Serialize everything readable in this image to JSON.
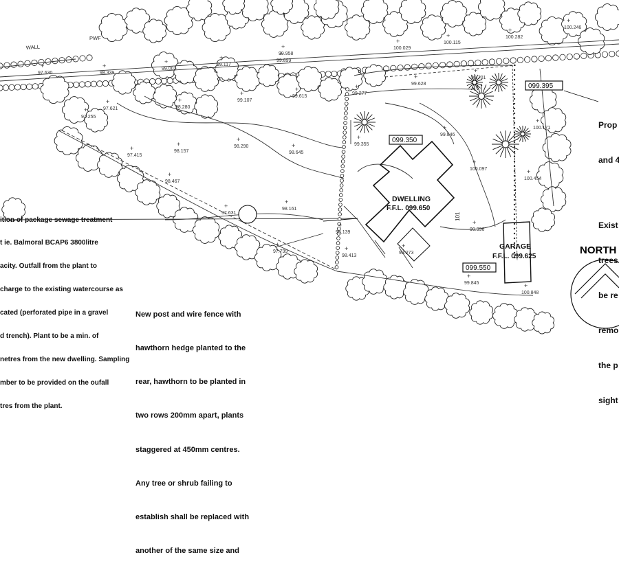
{
  "labels": {
    "wall": "WALL",
    "pwf": "PWF",
    "dwelling_name": "DWELLING",
    "dwelling_ffl": "F.F.L. 099.650",
    "garage_name": "GARAGE",
    "garage_ffl": "F.F.L. 099.625",
    "north": "NORTH",
    "ref_101": "101"
  },
  "boxed_levels": [
    "099.350",
    "099.550",
    "099.395"
  ],
  "spot_levels": [
    "97.630",
    "98.339",
    "99.002",
    "99.117",
    "99.958",
    "99.899",
    "100.029",
    "100.115",
    "100.282",
    "100.246",
    "97.621",
    "98.280",
    "99.107",
    "99.615",
    "99.277",
    "99.628",
    "99.701",
    "97.255",
    "98.157",
    "98.290",
    "98.645",
    "99.355",
    "99.846",
    "100.171",
    "97.415",
    "98.467",
    "97.631",
    "98.161",
    "98.139",
    "100.097",
    "100.454",
    "99.996",
    "97.799",
    "98.413",
    "99.273",
    "99.845",
    "100.848"
  ],
  "notes": {
    "sewage": [
      "ition of package sewage treatment",
      "t ie. Balmoral BCAP6 3800litre",
      "acity. Outfall from the plant to",
      "charge to the existing watercourse as",
      "cated (perforated pipe in a gravel",
      "d trench). Plant to be a min. of",
      "netres from the new dwelling. Sampling",
      "mber to be provided on the oufall",
      "tres from the plant."
    ],
    "fence": [
      "New post and wire fence with",
      "hawthorn hedge planted to the",
      "rear, hawthorn to be planted in",
      "two rows 200mm apart, plants",
      "staggered at 450mm centres.",
      "Any tree or shrub failing to",
      "establish shall be replaced with",
      "another of the same size and"
    ],
    "right_top": [
      "Prop",
      "and 4"
    ],
    "right_mid": [
      "Exist",
      "trees",
      "be re",
      "remo",
      "the p",
      "sight"
    ]
  }
}
